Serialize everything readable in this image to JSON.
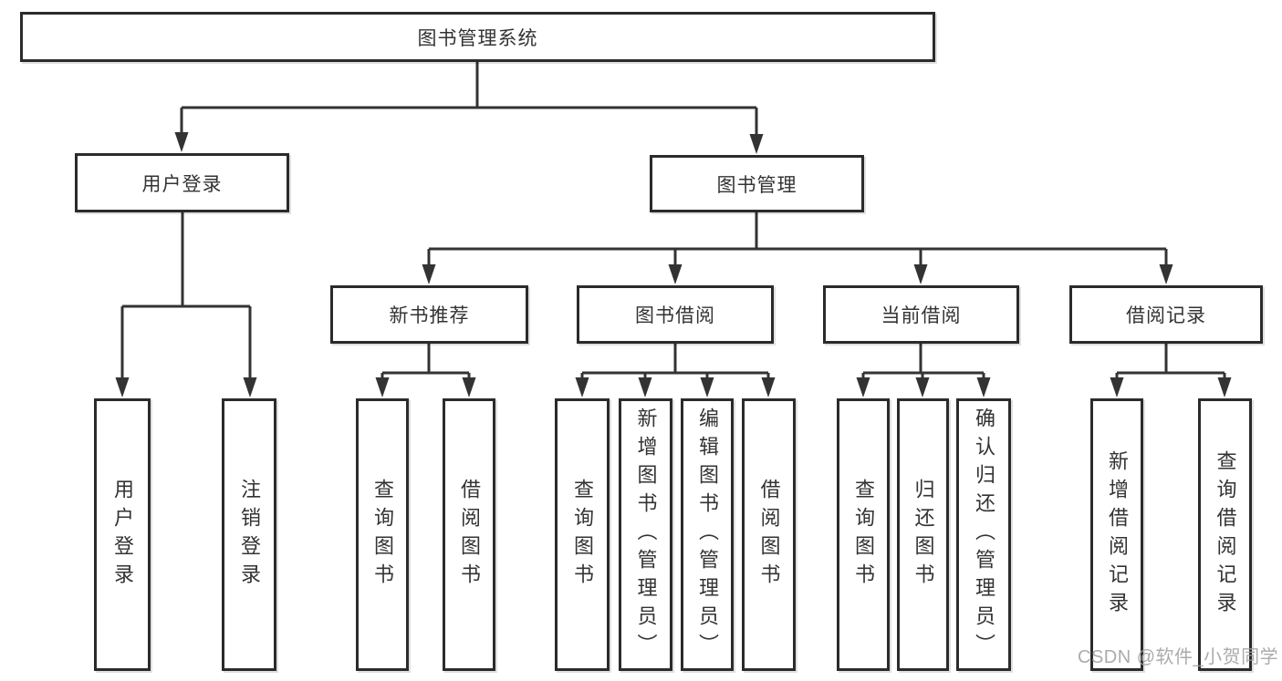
{
  "diagram": {
    "root": {
      "label": "图书管理系统"
    },
    "branches": [
      {
        "label": "用户登录",
        "children": [
          {
            "label": "用户登录"
          },
          {
            "label": "注销登录"
          }
        ]
      },
      {
        "label": "图书管理",
        "children": [
          {
            "label": "新书推荐",
            "children": [
              {
                "label": "查询图书"
              },
              {
                "label": "借阅图书"
              }
            ]
          },
          {
            "label": "图书借阅",
            "children": [
              {
                "label": "查询图书"
              },
              {
                "label": "新增图书（管理员）"
              },
              {
                "label": "编辑图书（管理员）"
              },
              {
                "label": "借阅图书"
              }
            ]
          },
          {
            "label": "当前借阅",
            "children": [
              {
                "label": "查询图书"
              },
              {
                "label": "归还图书"
              },
              {
                "label": "确认归还（管理员）"
              }
            ]
          },
          {
            "label": "借阅记录",
            "children": [
              {
                "label": "新增借阅记录"
              },
              {
                "label": "查询借阅记录"
              }
            ]
          }
        ]
      }
    ]
  },
  "watermark": {
    "text": "CSDN @软件_小贺同学"
  },
  "colors": {
    "line": "#333333",
    "box_border": "#2b2b2b",
    "text": "#333333",
    "watermark": "#a2a2a2",
    "background": "#ffffff"
  }
}
